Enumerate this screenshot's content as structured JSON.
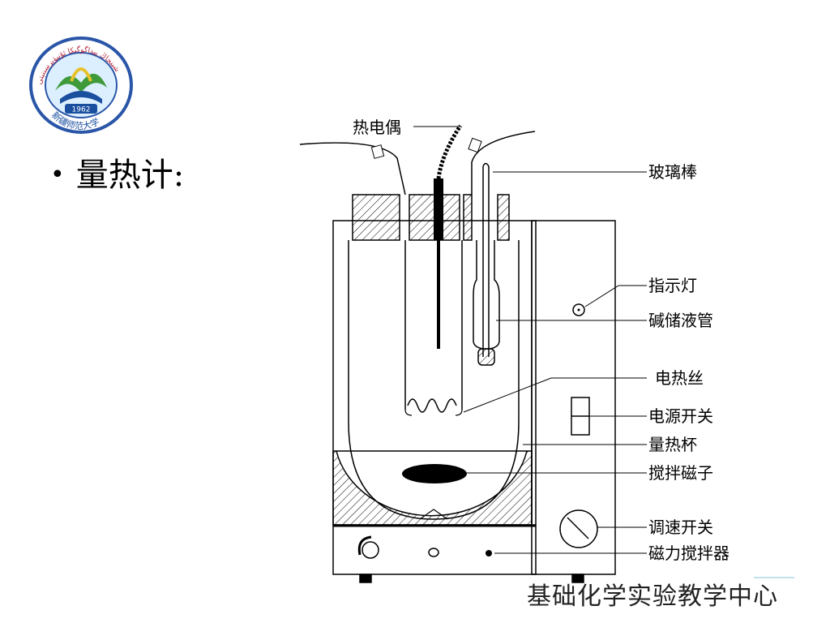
{
  "logo": {
    "arc_text": "شىنجاڭ پېداگوگىكا ئۇنىۋېرسىتېتى",
    "year": "1962",
    "bottom_text": "新疆师范大学"
  },
  "heading": "量热计:",
  "labels": {
    "thermocouple": "热电偶",
    "glass_rod": "玻璃棒",
    "indicator_light": "指示灯",
    "alkali_tube": "碱储液管",
    "heating_wire": "电热丝",
    "power_switch": "电源开关",
    "calorimeter_cup": "量热杯",
    "stir_bar": "搅拌磁子",
    "speed_switch": "调速开关",
    "magnetic_stirrer": "磁力搅拌器"
  },
  "footer": "基础化学实验教学中心",
  "colors": {
    "line": "#000000",
    "logo_blue": "#1a4fa0",
    "logo_green": "#3f9a3a",
    "logo_ring": "#2a56a8"
  }
}
